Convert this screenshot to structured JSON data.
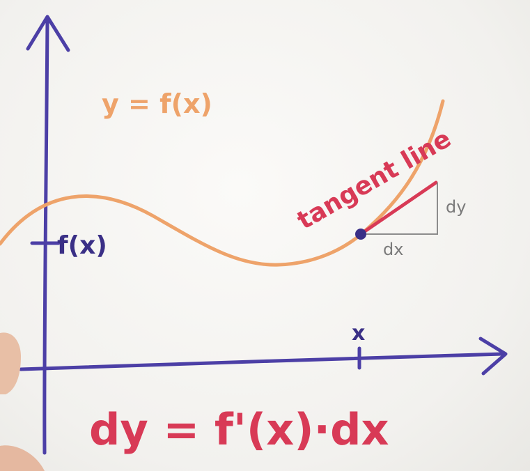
{
  "diagram": {
    "function_label": "y = f(x)",
    "y_tick_label": "f(x)",
    "x_tick_label": "x",
    "tangent_label": "tangent line",
    "dy_label": "dy",
    "dx_label": "dx",
    "equation": "dy = f'(x)·dx",
    "colors": {
      "axes": "#4c3fa6",
      "curve": "#eea36a",
      "tangent": "#d83a56",
      "triangle": "#8c8c8c",
      "point": "#3a2f86"
    }
  }
}
